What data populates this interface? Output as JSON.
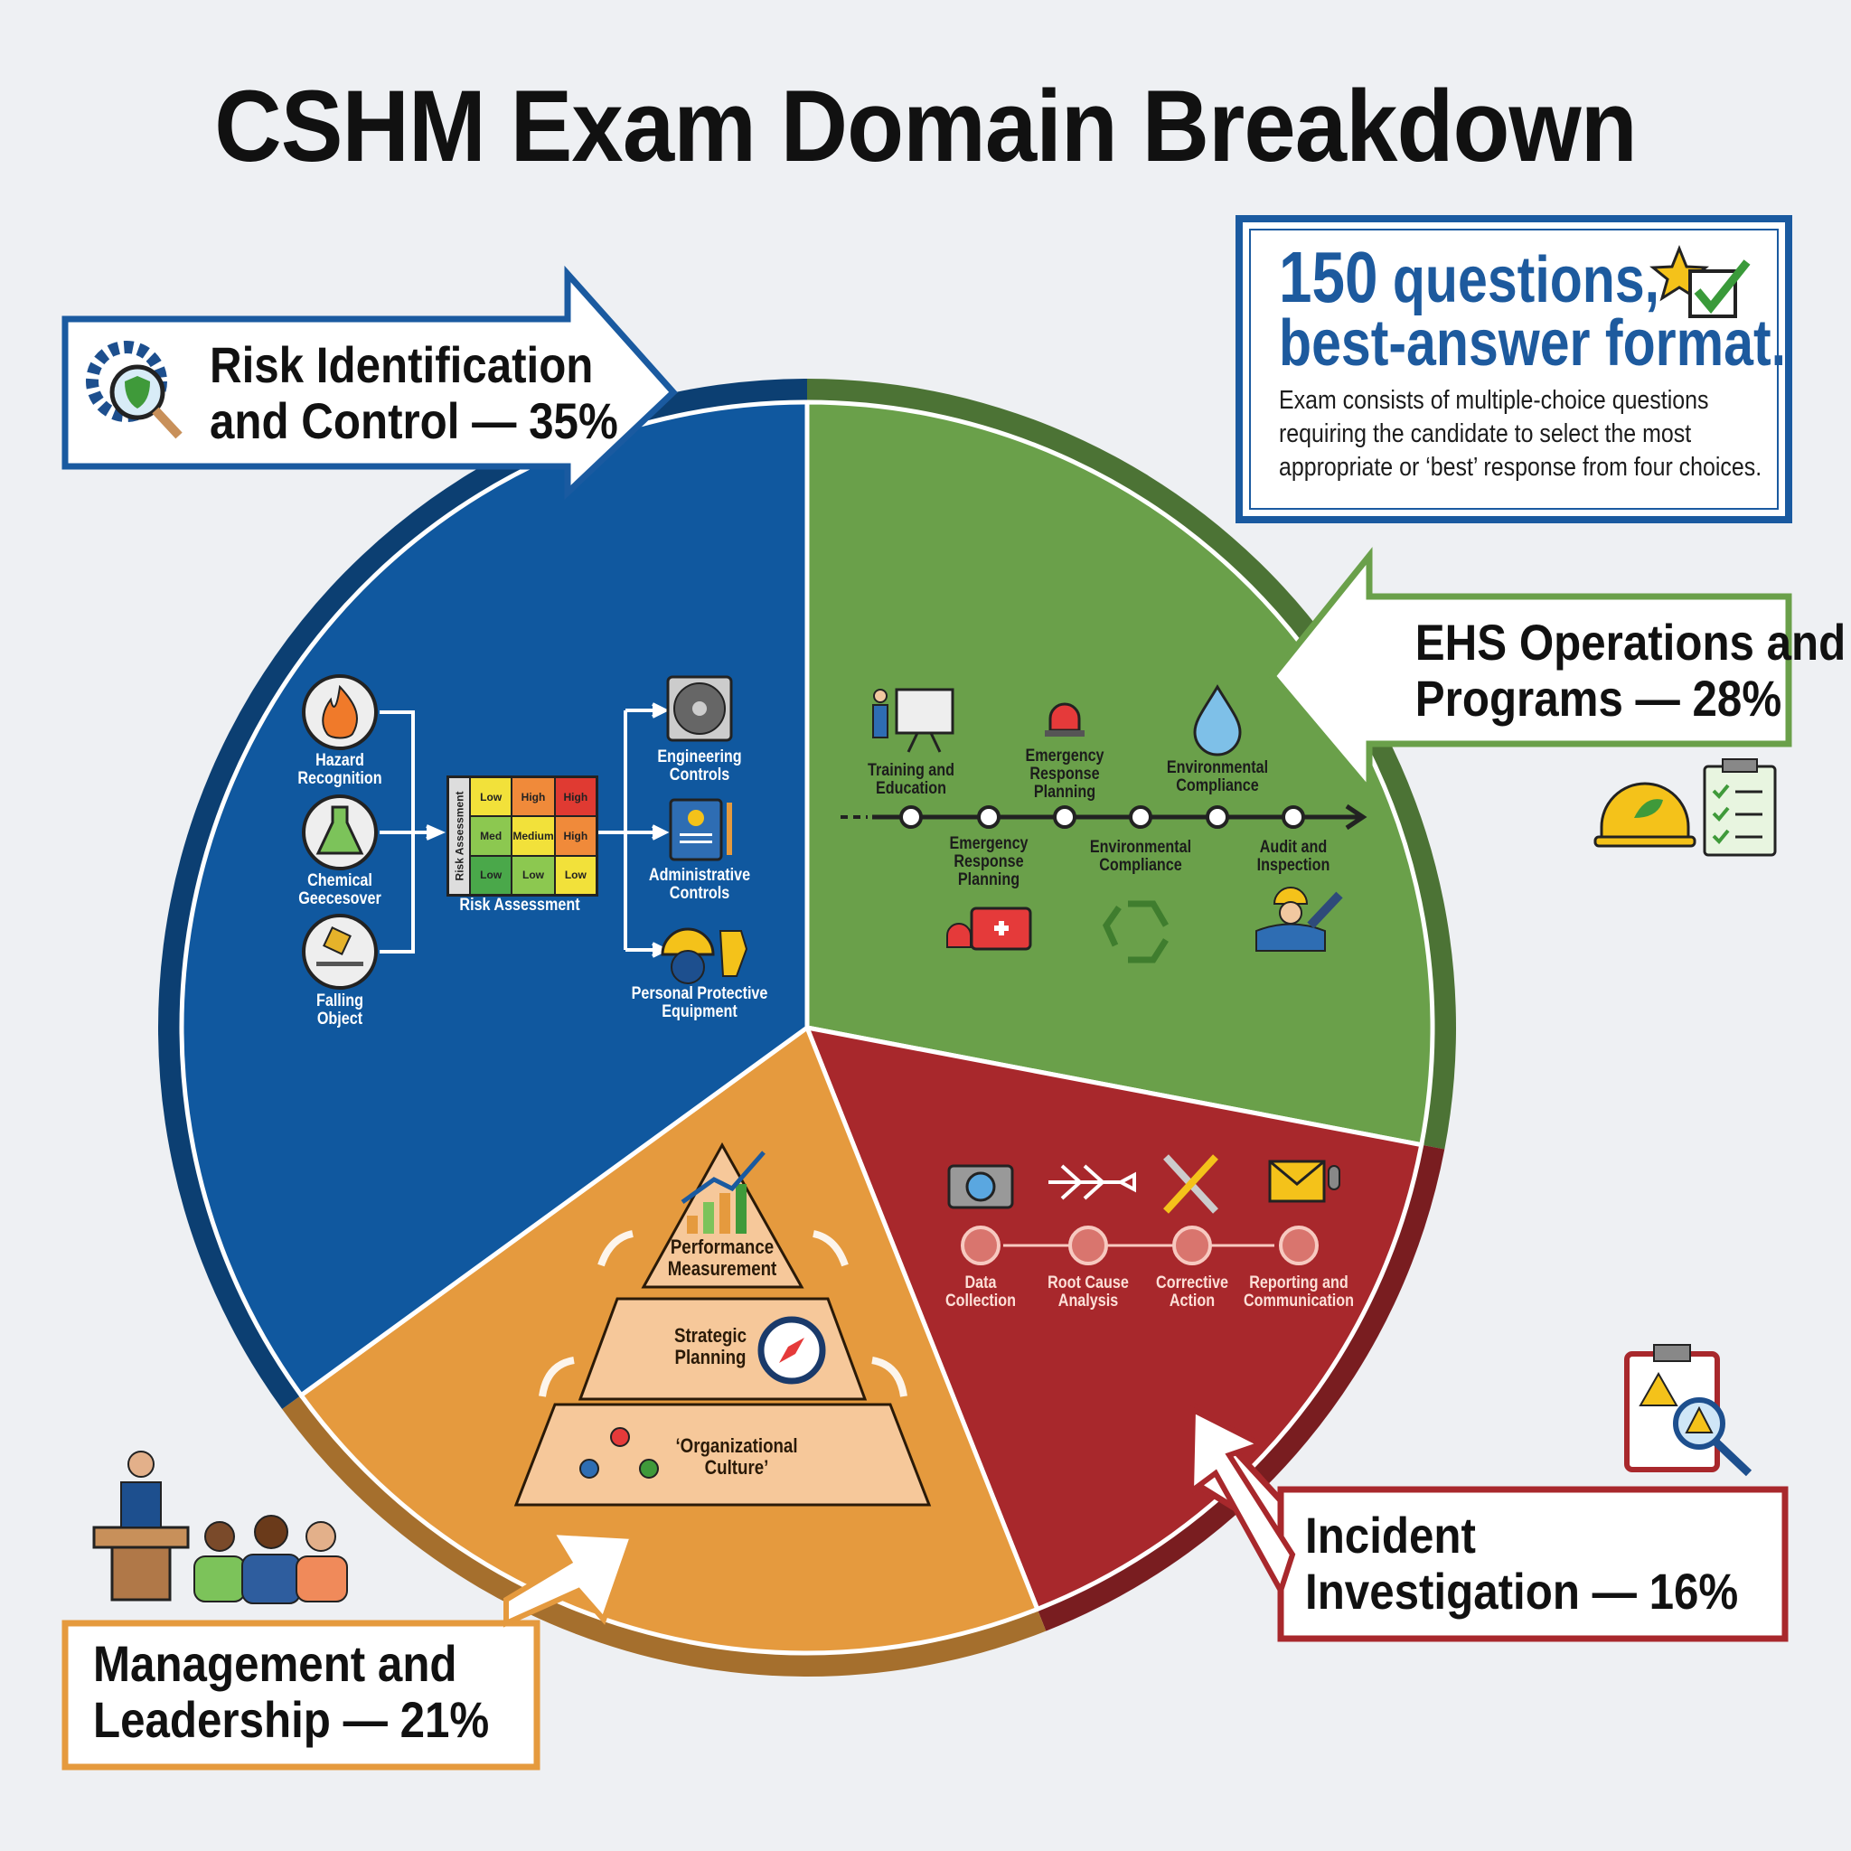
{
  "title": "CSHM Exam Domain Breakdown",
  "chart_data": {
    "type": "pie",
    "title": "CSHM Exam Domain Breakdown",
    "slices": [
      {
        "name": "EHS Operations and Programs",
        "value": 28,
        "color": "#6aa04a"
      },
      {
        "name": "Incident Investigation",
        "value": 16,
        "color": "#a8282c"
      },
      {
        "name": "Management and Leadership",
        "value": 21,
        "color": "#e59a3e"
      },
      {
        "name": "Risk Identification and Control",
        "value": 35,
        "color": "#10589f"
      }
    ]
  },
  "callouts": {
    "risk": {
      "line1": "Risk Identification",
      "line2": "and Control — 35%"
    },
    "ehs": {
      "line1": "EHS Operations and",
      "line2": "Programs — 28%"
    },
    "incident": {
      "line1": "Incident",
      "line2": "Investigation — 16%"
    },
    "management": {
      "line1": "Management and",
      "line2": "Leadership — 21%"
    }
  },
  "stat_box": {
    "count": "150",
    "head1": " questions,",
    "head2": "best-answer format.",
    "body1": "Exam consists of multiple-choice questions",
    "body2": "requiring the candidate to select the most",
    "body3": "appropriate or ‘best’ response from four choices."
  },
  "risk_section": {
    "hazards": [
      {
        "l1": "Hazard",
        "l2": "Recognition"
      },
      {
        "l1": "Chemical",
        "l2": "Geecesover"
      },
      {
        "l1": "Falling",
        "l2": "Object"
      }
    ],
    "matrix_side": "Risk Assessment",
    "matrix": [
      "Low",
      "High",
      "High",
      "Med",
      "Medium",
      "High",
      "Low",
      "Low",
      "Low"
    ],
    "matrix_label": "Risk Assessment",
    "controls": [
      {
        "l1": "Engineering",
        "l2": "Controls"
      },
      {
        "l1": "Administrative",
        "l2": "Controls"
      },
      {
        "l1": "Personal Protective",
        "l2": "Equipment"
      }
    ]
  },
  "ehs_section": {
    "upper": [
      {
        "l1": "Training and",
        "l2": "Education",
        "l3": ""
      },
      {
        "l1": "Emergency",
        "l2": "Response",
        "l3": "Planning"
      },
      {
        "l1": "Environmental",
        "l2": "Compliance",
        "l3": ""
      }
    ],
    "lower": [
      {
        "l1": "Emergency",
        "l2": "Response",
        "l3": "Planning"
      },
      {
        "l1": "Environmental",
        "l2": "Compliance",
        "l3": ""
      },
      {
        "l1": "Audit and",
        "l2": "Inspection",
        "l3": ""
      }
    ]
  },
  "incident_section": {
    "steps": [
      {
        "l1": "Data",
        "l2": "Collection"
      },
      {
        "l1": "Root Cause",
        "l2": "Analysis"
      },
      {
        "l1": "Corrective",
        "l2": "Action"
      },
      {
        "l1": "Reporting and",
        "l2": "Communication"
      }
    ]
  },
  "management_section": {
    "tiers": [
      {
        "l1": "Performance",
        "l2": "Measurement"
      },
      {
        "l1": "Strategic",
        "l2": "Planning"
      },
      {
        "l1": "‘Organizational",
        "l2": "Culture’"
      }
    ]
  }
}
